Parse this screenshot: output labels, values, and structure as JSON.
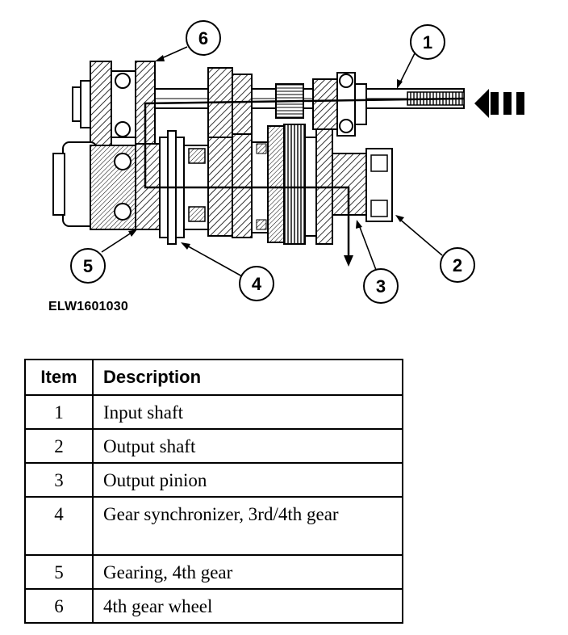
{
  "figure_id": "ELW1601030",
  "callouts": [
    "1",
    "2",
    "3",
    "4",
    "5",
    "6"
  ],
  "table": {
    "headers": {
      "item": "Item",
      "description": "Description"
    },
    "rows": [
      {
        "item": "1",
        "description": "Input shaft"
      },
      {
        "item": "2",
        "description": "Output shaft"
      },
      {
        "item": "3",
        "description": "Output pinion"
      },
      {
        "item": "4",
        "description": "Gear synchronizer, 3rd/4th gear"
      },
      {
        "item": "5",
        "description": "Gearing, 4th gear"
      },
      {
        "item": "6",
        "description": "4th gear wheel"
      }
    ]
  }
}
